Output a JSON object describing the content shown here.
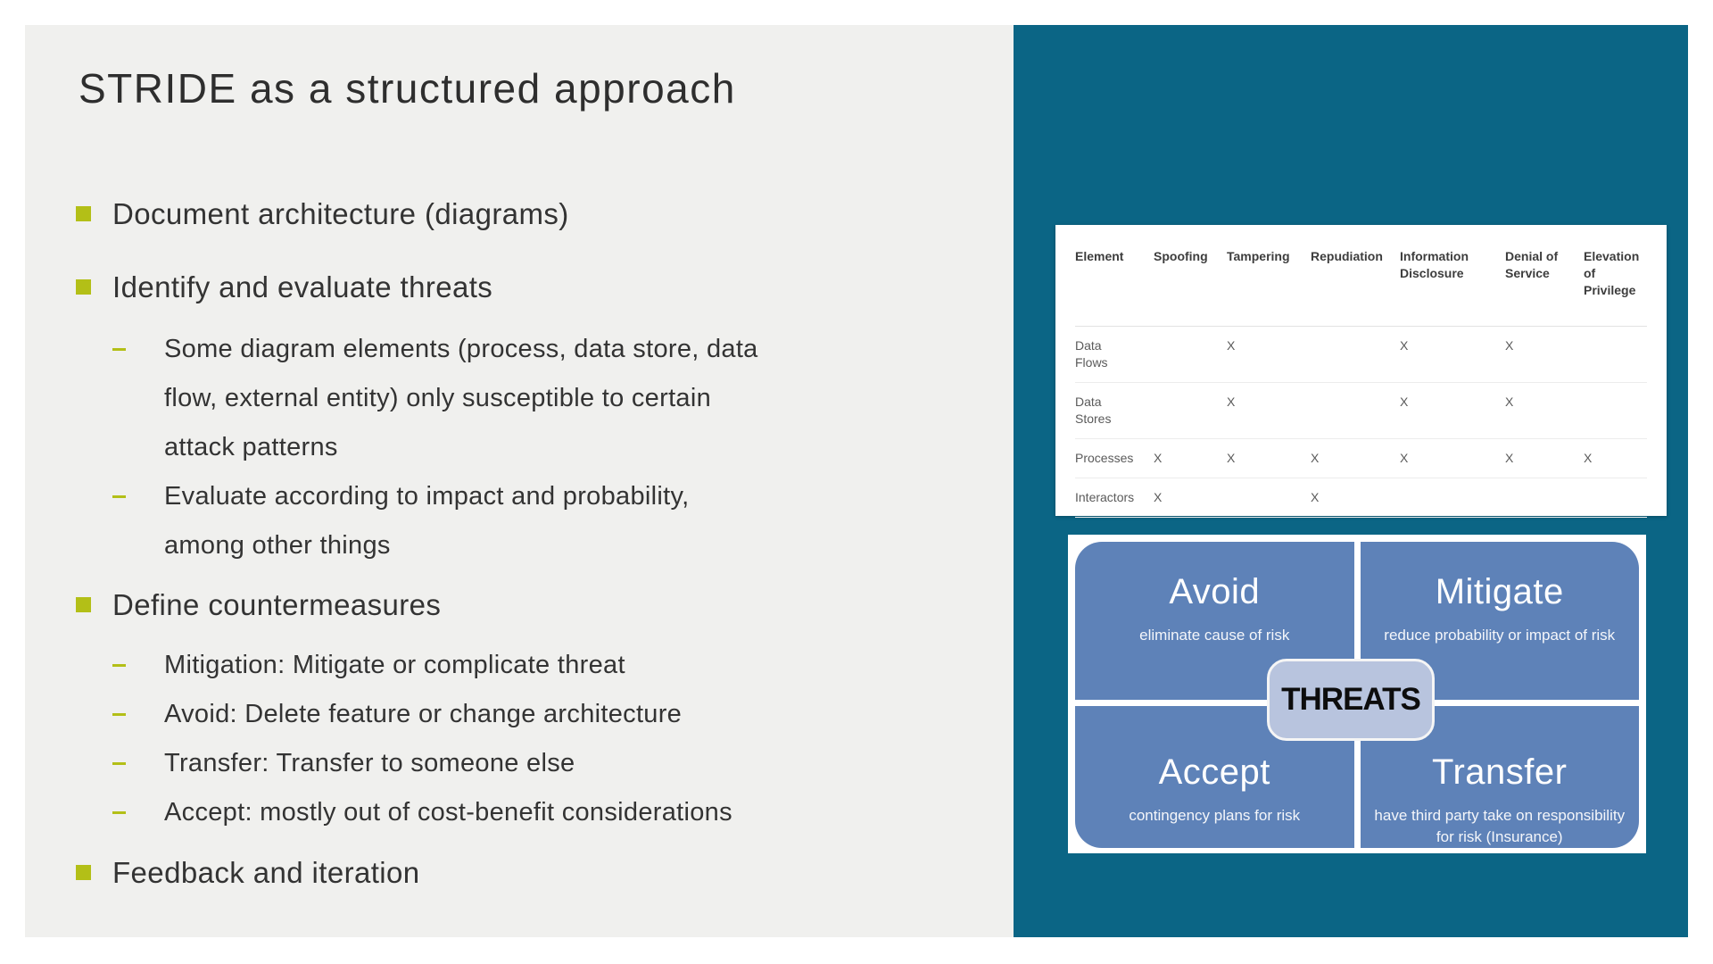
{
  "slide": {
    "title": "STRIDE as a structured approach",
    "bullets": {
      "b1": "Document architecture (diagrams)",
      "b2": "Identify and evaluate threats",
      "b2_sub1": "Some diagram elements (process, data store, data flow, external entity) only susceptible to certain attack patterns",
      "b2_sub2": "Evaluate according to impact and probability, among other things",
      "b3": "Define countermeasures",
      "b3_sub1": "Mitigation: Mitigate or complicate threat",
      "b3_sub2": "Avoid: Delete feature or change architecture",
      "b3_sub3": "Transfer: Transfer to someone else",
      "b3_sub4": "Accept: mostly out of cost-benefit considerations",
      "b4": "Feedback and iteration"
    }
  },
  "stride_table": {
    "columns": [
      "Element",
      "Spoofing",
      "Tampering",
      "Repudiation",
      "Information Disclosure",
      "Denial of Service",
      "Elevation of Privilege"
    ],
    "rows": [
      {
        "element": "Data Flows",
        "marks": [
          "",
          "X",
          "",
          "X",
          "X",
          ""
        ]
      },
      {
        "element": "Data Stores",
        "marks": [
          "",
          "X",
          "",
          "X",
          "X",
          ""
        ]
      },
      {
        "element": "Processes",
        "marks": [
          "X",
          "X",
          "X",
          "X",
          "X",
          "X"
        ]
      },
      {
        "element": "Interactors",
        "marks": [
          "X",
          "",
          "X",
          "",
          "",
          ""
        ]
      }
    ]
  },
  "threat_diagram": {
    "center_label": "THREATS",
    "avoid": {
      "title": "Avoid",
      "desc": "eliminate cause of risk"
    },
    "mitigate": {
      "title": "Mitigate",
      "desc": "reduce probability or impact of risk"
    },
    "accept": {
      "title": "Accept",
      "desc": "contingency plans for risk"
    },
    "transfer": {
      "title": "Transfer",
      "desc": "have third party take on responsibility for risk (Insurance)"
    }
  },
  "colors": {
    "left_panel_gray": "#f0f0ee",
    "right_panel_teal": "#0b6585",
    "bullet_green": "#b3bf17",
    "quadrant_blue": "#5e82b8",
    "threats_box_blue": "#b8c4de",
    "body_text": "#333333"
  },
  "icons": {
    "bullet": "square-bullet-icon",
    "sub_bullet": "dash-bullet-icon"
  }
}
